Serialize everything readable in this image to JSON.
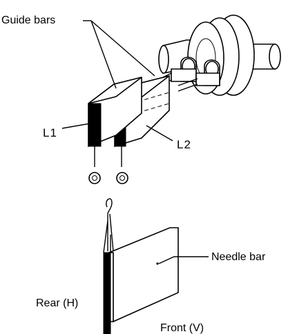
{
  "labels": {
    "guide_bars": "Guide bars",
    "l1": "L1",
    "l2": "L2",
    "needle_bar": "Needle bar",
    "rear": "Rear (H)",
    "front": "Front (V)"
  }
}
